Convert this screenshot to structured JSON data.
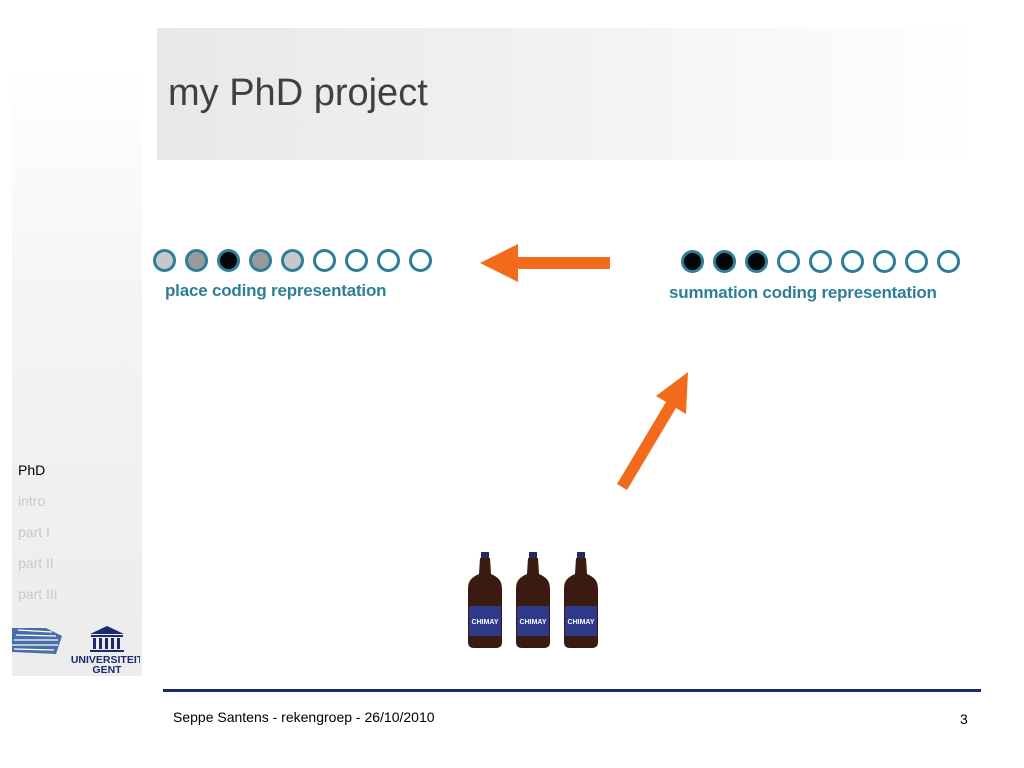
{
  "slide": {
    "title": "my PhD project",
    "footer": "Seppe Santens - rekengroep - 26/10/2010",
    "page_number": "3"
  },
  "nav": {
    "items": [
      {
        "label": "PhD",
        "active": true
      },
      {
        "label": "intro",
        "active": false
      },
      {
        "label": "part I",
        "active": false
      },
      {
        "label": "part II",
        "active": false
      },
      {
        "label": "part III",
        "active": false
      }
    ]
  },
  "logo": {
    "line1": "UNIVERSITEIT",
    "line2": "GENT"
  },
  "place_coding": {
    "label": "place coding representation",
    "circles": [
      "light",
      "mid",
      "dark",
      "mid",
      "light",
      "empty",
      "empty",
      "empty",
      "empty"
    ]
  },
  "summation_coding": {
    "label": "summation coding representation",
    "circles": [
      "dark",
      "dark",
      "dark",
      "empty",
      "empty",
      "empty",
      "empty",
      "empty",
      "empty"
    ]
  },
  "bottles": {
    "brand": "CHIMAY",
    "count": 3
  },
  "colors": {
    "accent_teal": "#2e7f95",
    "arrow_orange": "#f26a1b",
    "footer_navy": "#1a2a6c"
  }
}
